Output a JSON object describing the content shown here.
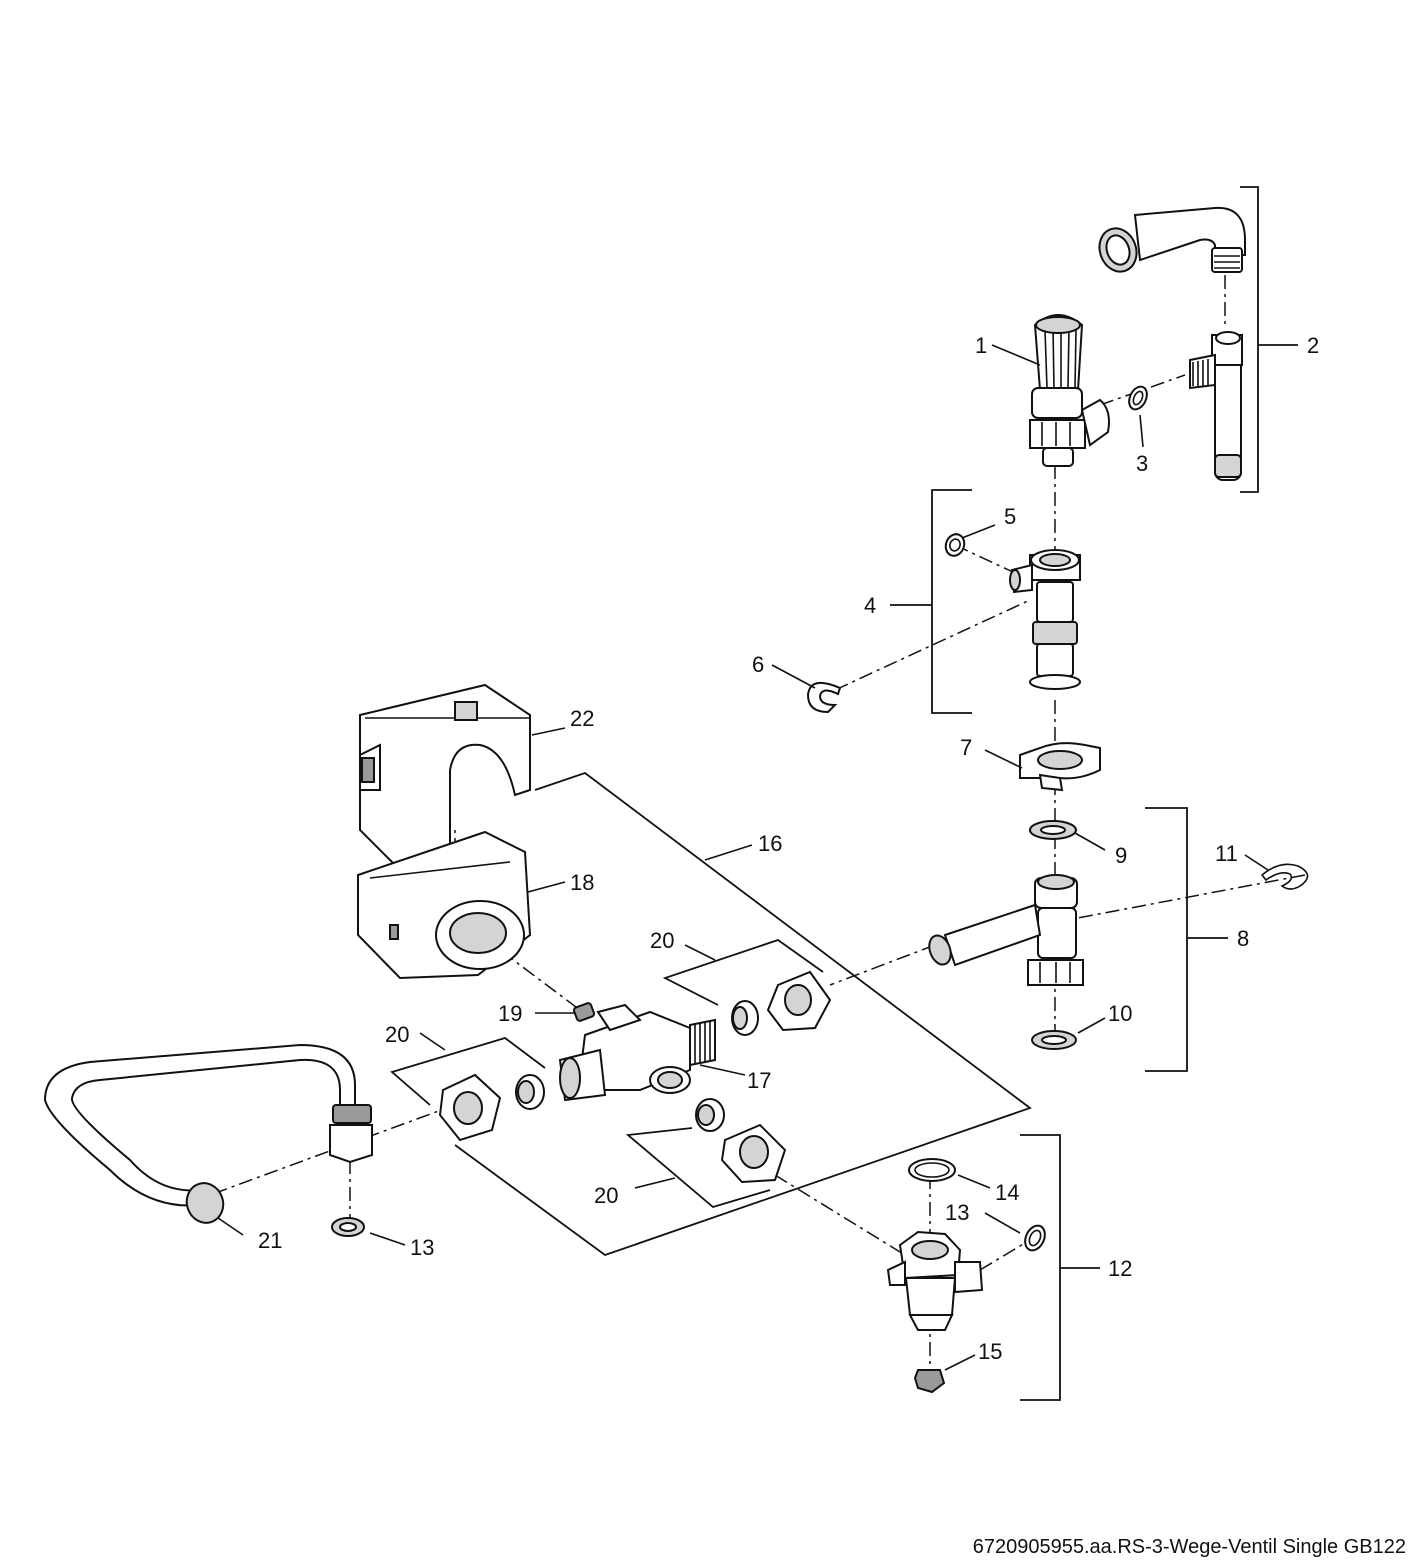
{
  "caption": "6720905955.aa.RS-3-Wege-Ventil Single GB122",
  "labels": {
    "l1": "1",
    "l2": "2",
    "l3": "3",
    "l4": "4",
    "l5": "5",
    "l6": "6",
    "l7": "7",
    "l8": "8",
    "l9": "9",
    "l10": "10",
    "l11": "11",
    "l12": "12",
    "l13a": "13",
    "l13b": "13",
    "l14": "14",
    "l15": "15",
    "l16": "16",
    "l17": "17",
    "l18": "18",
    "l19": "19",
    "l20a": "20",
    "l20b": "20",
    "l20c": "20",
    "l21": "21",
    "l22": "22"
  }
}
